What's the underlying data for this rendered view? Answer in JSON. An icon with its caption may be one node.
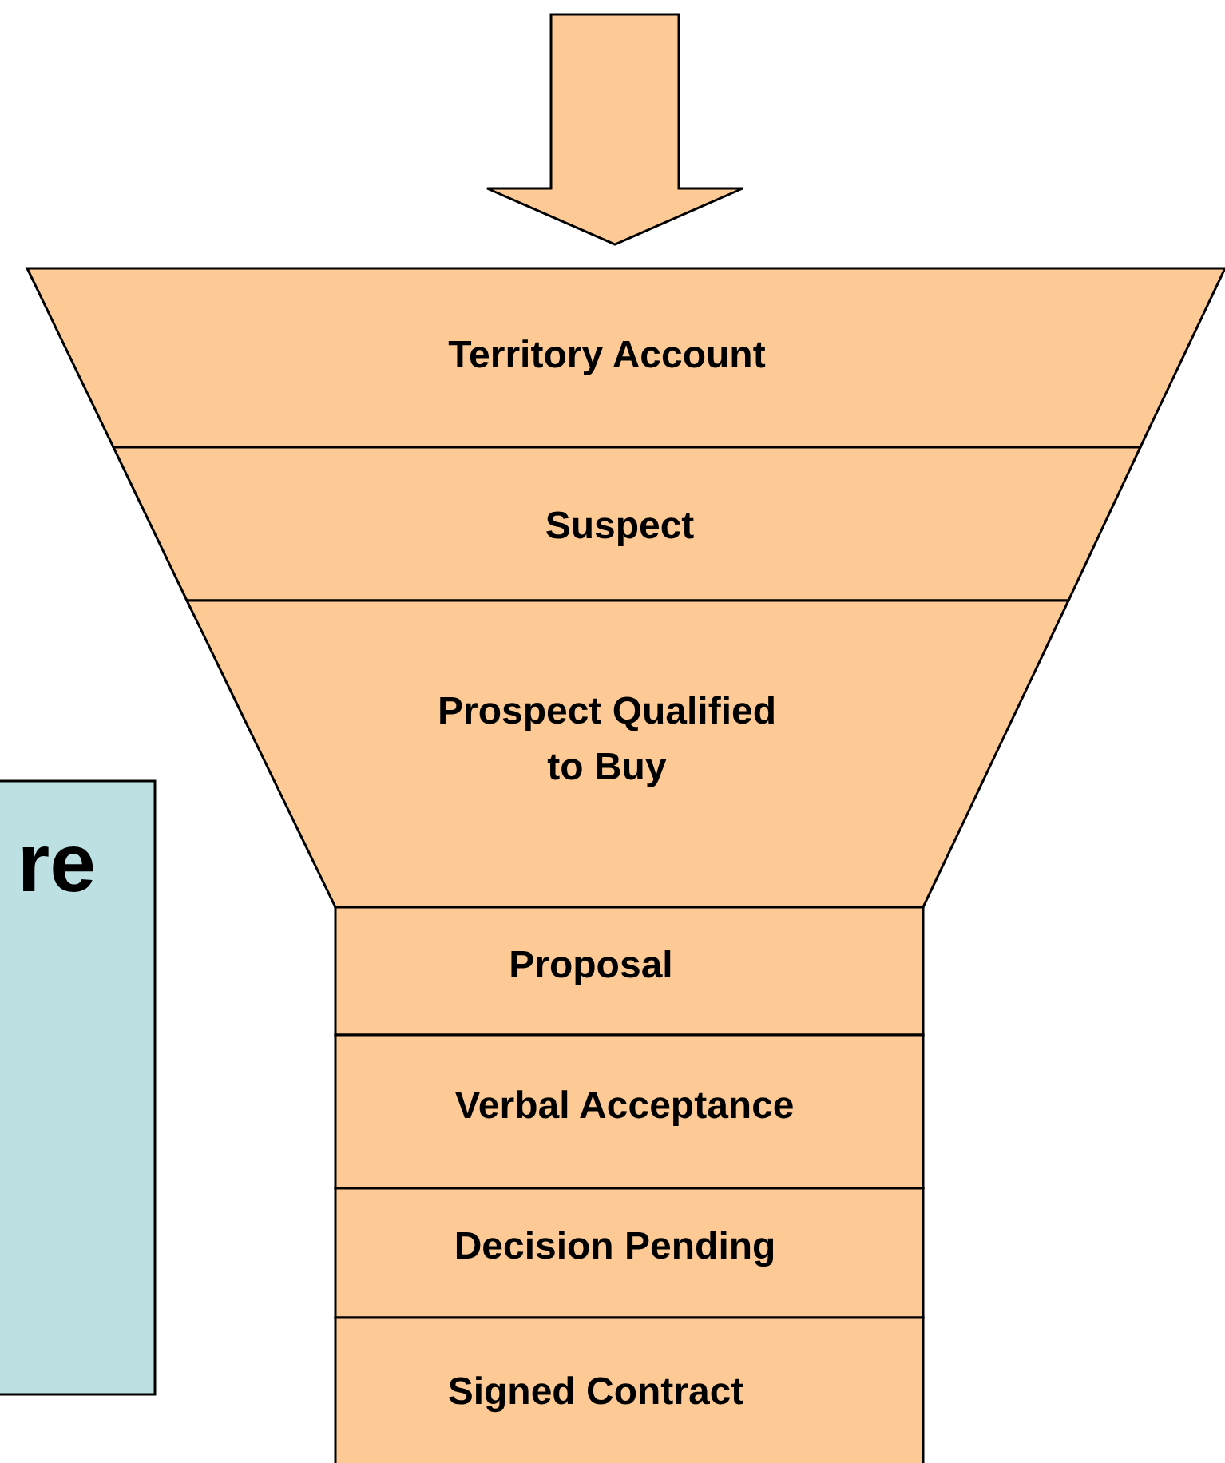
{
  "diagram": {
    "nodes": [
      {
        "text": [
          "re"
        ]
      },
      {
        "text": [
          "Territory Account"
        ]
      },
      {
        "text": [
          "Suspect"
        ]
      },
      {
        "text": [
          "Prospect Qualified to Buy"
        ]
      },
      {
        "text": [
          "Proposal"
        ]
      },
      {
        "text": [
          "Verbal Acceptance"
        ]
      },
      {
        "text": [
          "Decision Pending"
        ]
      },
      {
        "text": [
          "Signed Contract"
        ]
      }
    ],
    "edges": [
      {
        "from": null,
        "to": 1,
        "arrow": "to"
      }
    ]
  }
}
